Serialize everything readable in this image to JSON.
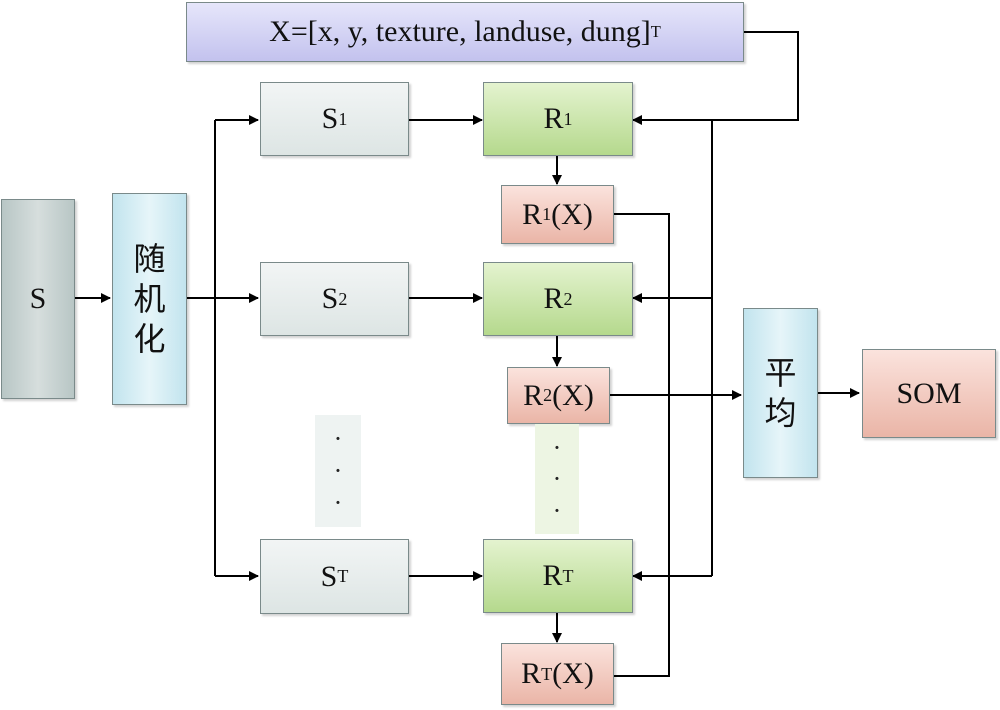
{
  "vector": {
    "lead": "X=[x, y, texture, landuse, dung]",
    "sup": "T"
  },
  "source": {
    "label": "S"
  },
  "randomize": {
    "chars": [
      "随",
      "机",
      "化"
    ]
  },
  "subsets": [
    {
      "base": "S",
      "sub": "1"
    },
    {
      "base": "S",
      "sub": "2"
    },
    {
      "base": "S",
      "sub": "T"
    }
  ],
  "models": [
    {
      "base": "R",
      "sub": "1"
    },
    {
      "base": "R",
      "sub": "2"
    },
    {
      "base": "R",
      "sub": "T"
    }
  ],
  "predictions": [
    {
      "base": "R",
      "sub": "1",
      "tail": "(X)"
    },
    {
      "base": "R",
      "sub": "2",
      "tail": "(X)"
    },
    {
      "base": "R",
      "sub": "T",
      "tail": "(X)"
    }
  ],
  "average": {
    "chars": [
      "平",
      "均"
    ]
  },
  "output": {
    "label": "SOM"
  },
  "ellipsis": [
    "·",
    "·",
    "·"
  ],
  "colors": {
    "line": "#000000",
    "source_fill": "#c7d3d2",
    "randomize_fill": "#d4edf4",
    "subset_fill": "#e8eeed",
    "model_fill": "#cce7ad",
    "prediction_fill": "#f3ccc2",
    "vector_fill": "#d5d4f5",
    "average_fill": "#d4edf4",
    "output_fill": "#f3ccc2"
  }
}
